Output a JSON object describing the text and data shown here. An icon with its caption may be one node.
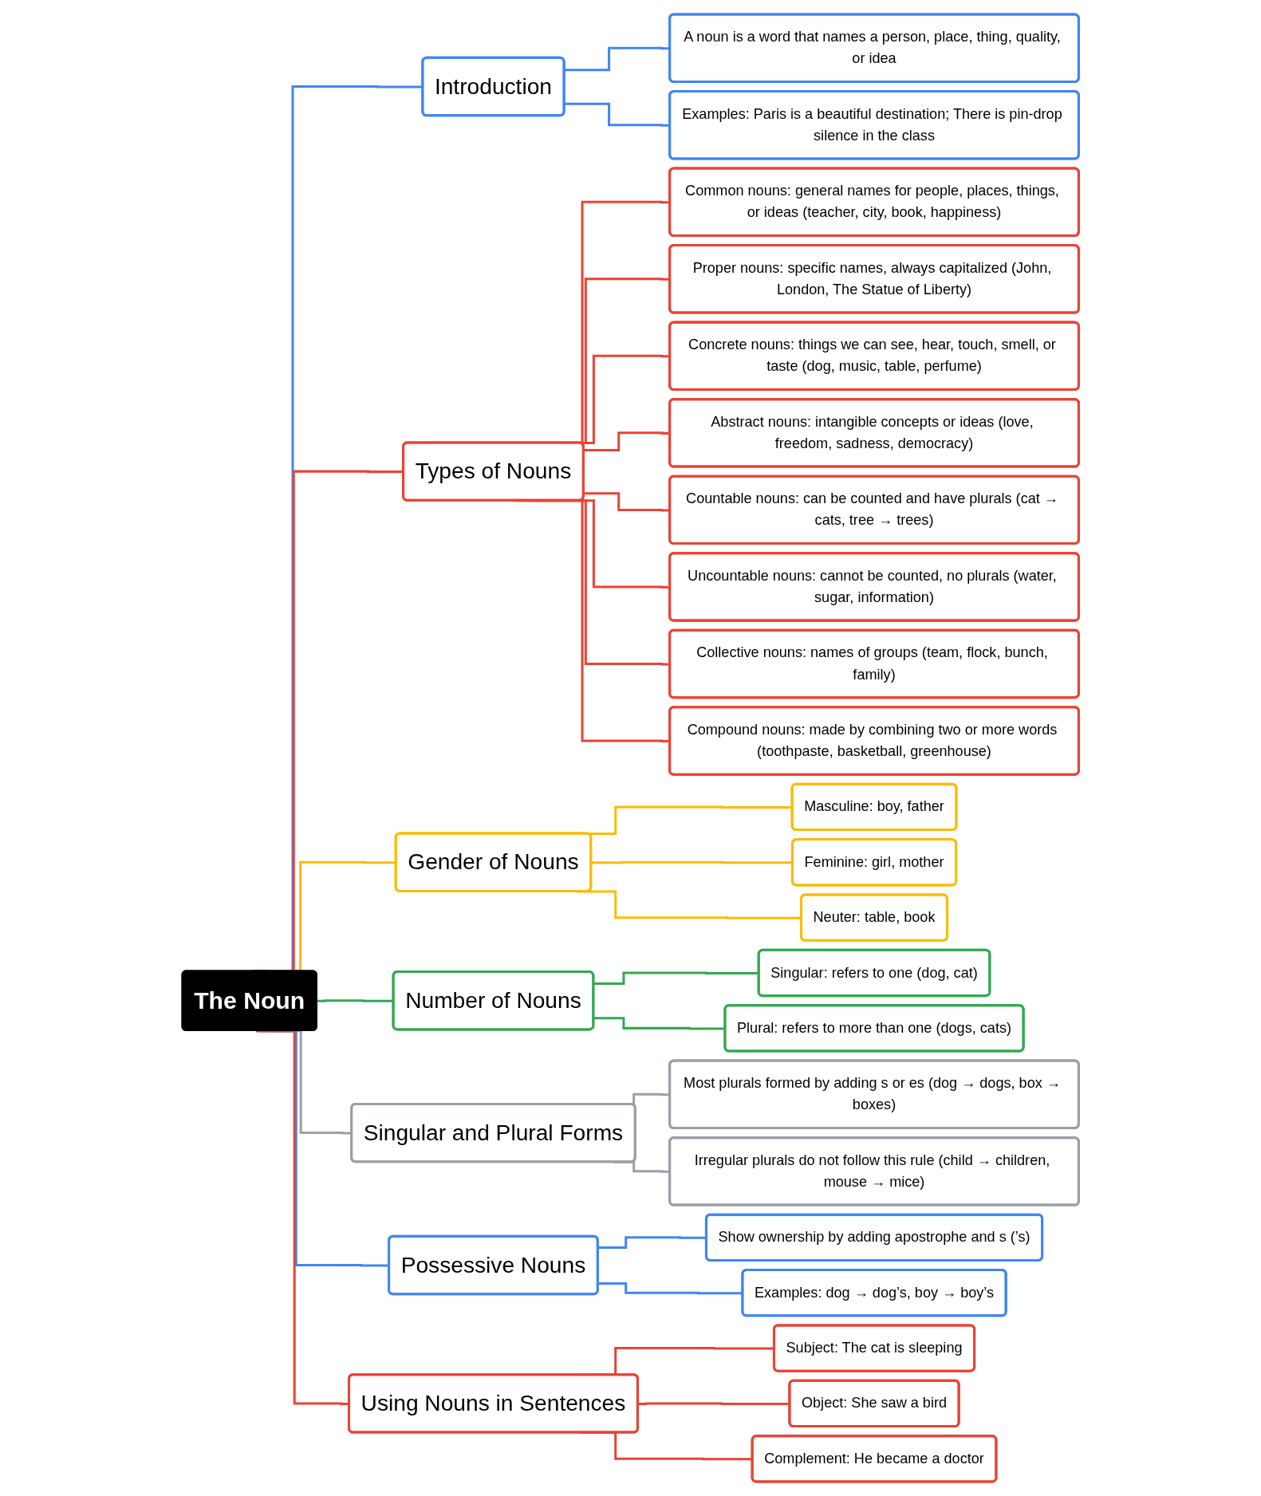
{
  "diagram": {
    "nodes": [
      {
        "text": [
          "The Noun"
        ]
      },
      {
        "text": [
          "Introduction"
        ]
      },
      {
        "text": [
          "A noun is a word that names a person, place, thing, quality, or idea"
        ]
      },
      {
        "text": [
          "Examples: Paris is a beautiful destination; There is pin-drop silence in the class"
        ]
      },
      {
        "text": [
          "Types of Nouns"
        ]
      },
      {
        "text": [
          "Common nouns: general names for people, places, things, or ideas (teacher, city, book, happiness)"
        ]
      },
      {
        "text": [
          "Proper nouns: specific names, always capitalized (John, London, The Statue of Liberty)"
        ]
      },
      {
        "text": [
          "Concrete nouns: things we can see, hear, touch, smell, or taste (dog, music, table, perfume)"
        ]
      },
      {
        "text": [
          "Abstract nouns: intangible concepts or ideas (love, freedom, sadness, democracy)"
        ]
      },
      {
        "text": [
          "Countable nouns: can be counted and have plurals (cat → cats, tree → trees)"
        ]
      },
      {
        "text": [
          "Uncountable nouns: cannot be counted, no plurals (water, sugar, information)"
        ]
      },
      {
        "text": [
          "Collective nouns: names of groups (team, flock, bunch, family)"
        ]
      },
      {
        "text": [
          "Compound nouns: made by combining two or more words (toothpaste, basketball, greenhouse)"
        ]
      },
      {
        "text": [
          "Gender of Nouns"
        ]
      },
      {
        "text": [
          "Masculine: boy, father"
        ]
      },
      {
        "text": [
          "Feminine: girl, mother"
        ]
      },
      {
        "text": [
          "Neuter: table, book"
        ]
      },
      {
        "text": [
          "Number of Nouns"
        ]
      },
      {
        "text": [
          "Singular: refers to one (dog, cat)"
        ]
      },
      {
        "text": [
          "Plural: refers to more than one (dogs, cats)"
        ]
      },
      {
        "text": [
          "Singular and Plural Forms"
        ]
      },
      {
        "text": [
          "Most plurals formed by adding s or es (dog → dogs, box → boxes)"
        ]
      },
      {
        "text": [
          "Irregular plurals do not follow this rule (child → children, mouse → mice)"
        ]
      },
      {
        "text": [
          "Possessive Nouns"
        ]
      },
      {
        "text": [
          "Show ownership by adding apostrophe and s (’s)"
        ]
      },
      {
        "text": [
          "Examples: dog → dog’s, boy → boy’s"
        ]
      },
      {
        "text": [
          "Using Nouns in Sentences"
        ]
      },
      {
        "text": [
          "Subject: The cat is sleeping"
        ]
      },
      {
        "text": [
          "Object: She saw a bird"
        ]
      },
      {
        "text": [
          "Complement: He became a doctor"
        ]
      }
    ],
    "edges": [
      {
        "from": 0,
        "to": 1,
        "arrow": "none",
        "color": "#4285f4"
      },
      {
        "from": 1,
        "to": 2,
        "arrow": "none",
        "color": "#4285f4"
      },
      {
        "from": 1,
        "to": 3,
        "arrow": "none",
        "color": "#4285f4"
      },
      {
        "from": 0,
        "to": 4,
        "arrow": "none"
      },
      {
        "from": 4,
        "to": 5,
        "arrow": "none"
      },
      {
        "from": 4,
        "to": 6,
        "arrow": "none"
      },
      {
        "from": 4,
        "to": 7,
        "arrow": "none"
      },
      {
        "from": 4,
        "to": 8,
        "arrow": "none"
      },
      {
        "from": 4,
        "to": 9,
        "arrow": "none"
      },
      {
        "from": 4,
        "to": 10,
        "arrow": "none"
      },
      {
        "from": 4,
        "to": 11,
        "arrow": "none"
      },
      {
        "from": 4,
        "to": 12,
        "arrow": "none"
      },
      {
        "from": 0,
        "to": 13,
        "arrow": "none",
        "color": "#fbbc04"
      },
      {
        "from": 13,
        "to": 14,
        "arrow": "none",
        "color": "#fbbc04"
      },
      {
        "from": 13,
        "to": 15,
        "arrow": "none",
        "color": "#fbbc04"
      },
      {
        "from": 13,
        "to": 16,
        "arrow": "none",
        "color": "#fbbc04"
      },
      {
        "from": 0,
        "to": 17,
        "arrow": "none",
        "color": "#34a853"
      },
      {
        "from": 17,
        "to": 18,
        "arrow": "none",
        "color": "#34a853"
      },
      {
        "from": 17,
        "to": 19,
        "arrow": "none",
        "color": "#34a853"
      },
      {
        "from": 0,
        "to": 20,
        "arrow": "none",
        "color": "#9aa0a6"
      },
      {
        "from": 20,
        "to": 21,
        "arrow": "none",
        "color": "#9aa0a6"
      },
      {
        "from": 20,
        "to": 22,
        "arrow": "none",
        "color": "#9aa0a6"
      },
      {
        "from": 0,
        "to": 23,
        "arrow": "none",
        "color": "#4285f4"
      },
      {
        "from": 23,
        "to": 24,
        "arrow": "none",
        "color": "#4285f4"
      },
      {
        "from": 23,
        "to": 25,
        "arrow": "none",
        "color": "#4285f4"
      },
      {
        "from": 0,
        "to": 26,
        "arrow": "none"
      },
      {
        "from": 26,
        "to": 27,
        "arrow": "none"
      },
      {
        "from": 26,
        "to": 28,
        "arrow": "none"
      },
      {
        "from": 26,
        "to": 29,
        "arrow": "none"
      }
    ]
  }
}
